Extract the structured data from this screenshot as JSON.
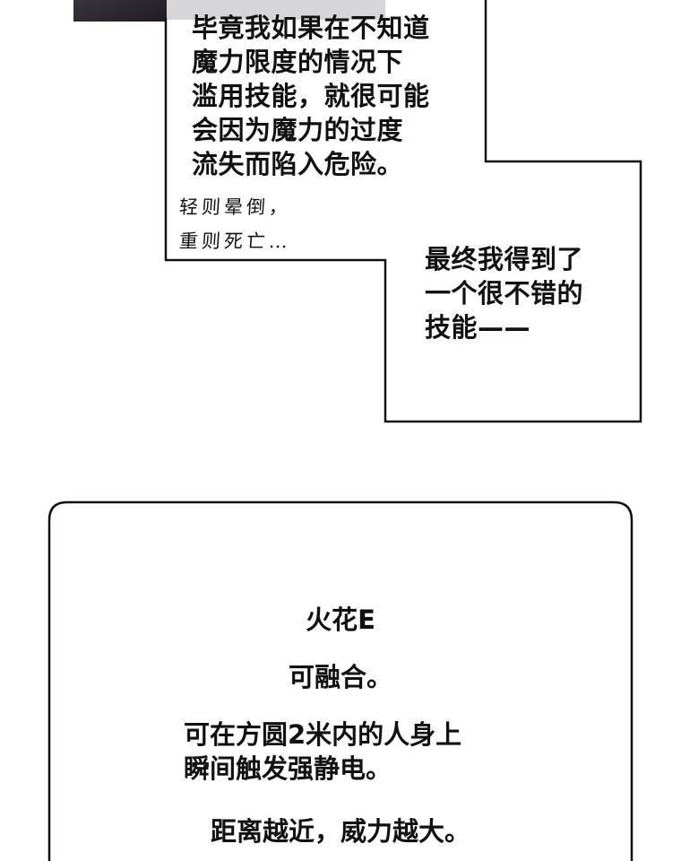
{
  "panel1": {
    "lines": [
      "毕竟我如果在不知道",
      "魔力限度的情况下",
      "滥用技能，就很可能",
      "会因为魔力的过度",
      "流失而陷入危险。"
    ],
    "hand_lines": [
      "轻则晕倒，",
      "重则死亡…"
    ]
  },
  "panel2": {
    "lines": [
      "最终我得到了",
      "一个很不错的",
      "技能——"
    ]
  },
  "skill_card": {
    "title": "火花E",
    "fusion": "可融合。",
    "desc_lines": [
      "可在方圆2米内的人身上",
      "瞬间触发强静电。"
    ],
    "note": "距离越近，威力越大。"
  }
}
